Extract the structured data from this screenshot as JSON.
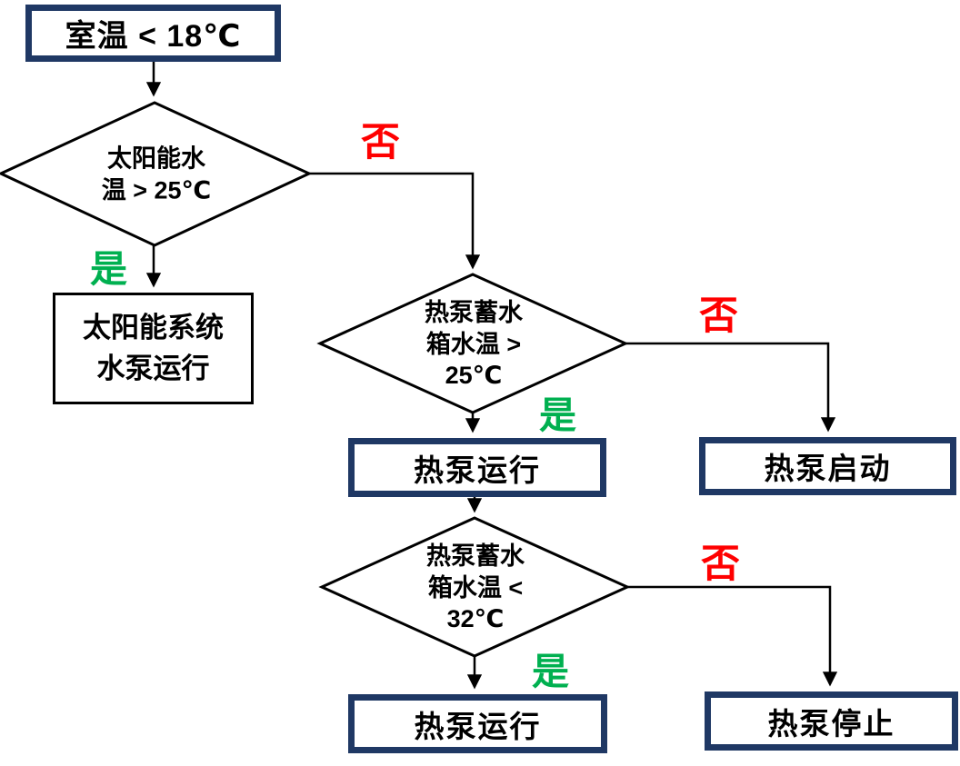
{
  "flowchart": {
    "start": {
      "label": "室温 < 18℃"
    },
    "decision_solar": {
      "line1": "太阳能水",
      "line2": "温 > 25℃"
    },
    "solar_pump": {
      "line1": "太阳能系统",
      "line2": "水泵运行"
    },
    "decision_tank25": {
      "line1": "热泵蓄水",
      "line2": "箱水温 >",
      "line3": "25℃"
    },
    "hp_run_1": {
      "label": "热泵运行"
    },
    "hp_start": {
      "label": "热泵启动"
    },
    "decision_tank32": {
      "line1": "热泵蓄水",
      "line2": "箱水温 <",
      "line3": "32℃"
    },
    "hp_run_2": {
      "label": "热泵运行"
    },
    "hp_stop": {
      "label": "热泵停止"
    },
    "labels": {
      "yes": "是",
      "no": "否"
    },
    "colors": {
      "box_border_navy": "#1f3864",
      "yes_green": "#00b050",
      "no_red": "#ff0000",
      "line_black": "#000000",
      "background": "#ffffff"
    }
  }
}
